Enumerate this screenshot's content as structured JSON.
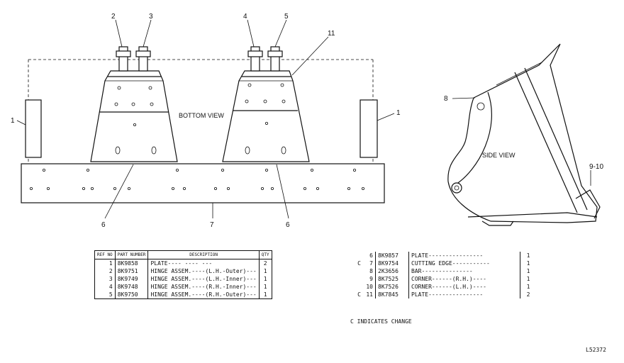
{
  "views": {
    "bottom_view_label": "BOTTOM VIEW",
    "side_view_label": "SIDE VIEW"
  },
  "callouts": {
    "c2": "2",
    "c3": "3",
    "c4": "4",
    "c5": "5",
    "c11": "11",
    "c1_left": "1",
    "c1_right": "1",
    "c6_left": "6",
    "c7": "7",
    "c6_right": "6",
    "c8": "8",
    "c9_10": "9-10"
  },
  "left_table": {
    "headers": {
      "ref": "REF NO",
      "part": "PART NUMBER",
      "desc": "DESCRIPTION",
      "qty": "QTY"
    },
    "rows": [
      {
        "ref": "1",
        "part": "8K9858",
        "desc": "PLATE---- ---- ---",
        "qty": "2"
      },
      {
        "ref": "2",
        "part": "8K9751",
        "desc": "HINGE ASSEM.----(L.H.-Outer)---",
        "qty": "1"
      },
      {
        "ref": "3",
        "part": "8K9749",
        "desc": "HINGE ASSEM.----(L.H.-Inner)---",
        "qty": "1"
      },
      {
        "ref": "4",
        "part": "8K9748",
        "desc": "HINGE ASSEM.----(R.H.-Inner)---",
        "qty": "1"
      },
      {
        "ref": "5",
        "part": "8K9750",
        "desc": "HINGE ASSEM.----(R.H.-Outer)---",
        "qty": "1"
      }
    ]
  },
  "right_table": {
    "rows": [
      {
        "mark": "",
        "ref": "6",
        "part": "8K9857",
        "desc": "PLATE----------------",
        "qty": "1"
      },
      {
        "mark": "C",
        "ref": "7",
        "part": "8K9754",
        "desc": "CUTTING EDGE-----------",
        "qty": "1"
      },
      {
        "mark": "",
        "ref": "8",
        "part": "2K3656",
        "desc": "BAR---------------",
        "qty": "1"
      },
      {
        "mark": "",
        "ref": "9",
        "part": "8K7525",
        "desc": "CORNER------(R.H.)----",
        "qty": "1"
      },
      {
        "mark": "",
        "ref": "10",
        "part": "8K7526",
        "desc": "CORNER------(L.H.)----",
        "qty": "1"
      },
      {
        "mark": "C",
        "ref": "11",
        "part": "8K7845",
        "desc": "PLATE----------------",
        "qty": "2"
      }
    ]
  },
  "note": "C INDICATES CHANGE",
  "drawing_code": "L52372"
}
